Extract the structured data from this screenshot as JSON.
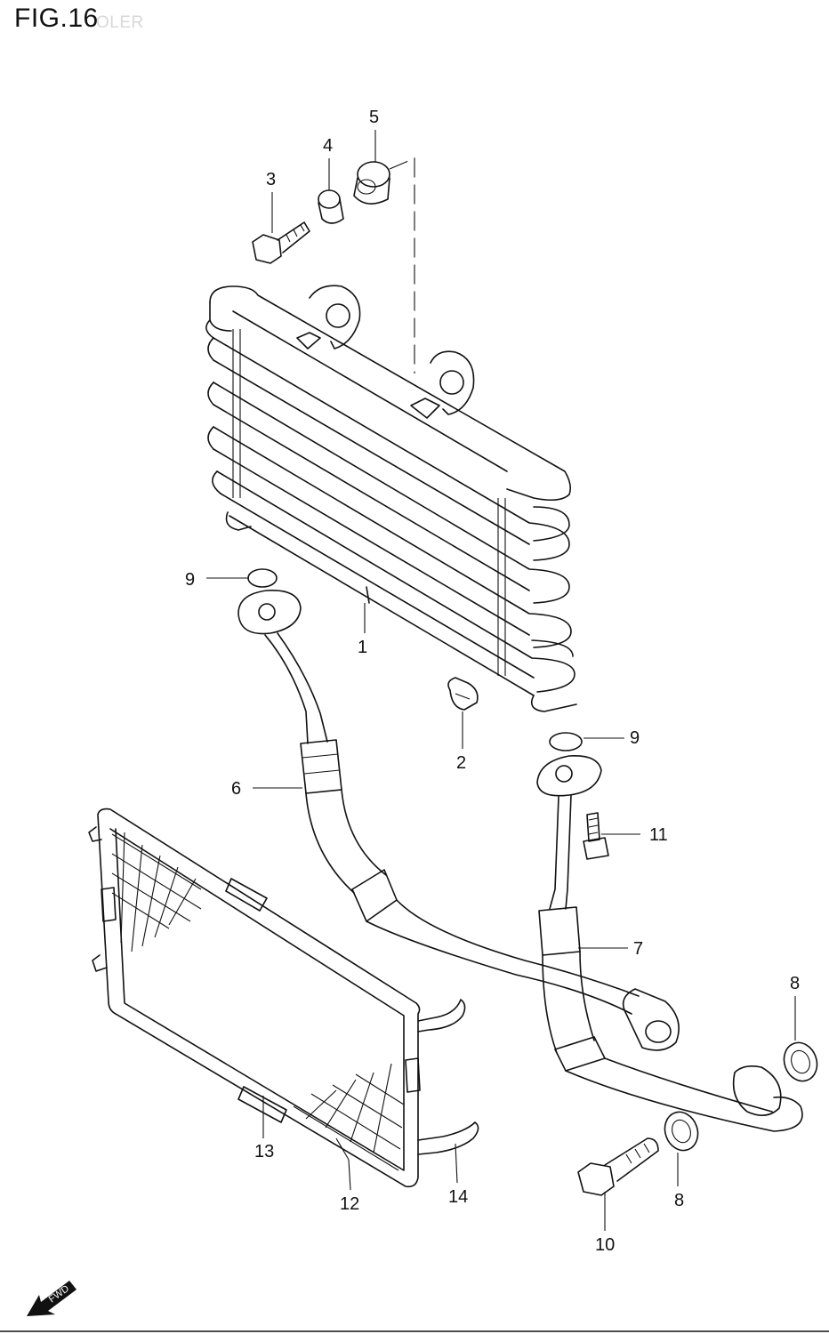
{
  "figure": {
    "title": "FIG.16",
    "faded_subtitle": "OLER"
  },
  "callouts": [
    {
      "id": "1",
      "label": "1"
    },
    {
      "id": "2",
      "label": "2"
    },
    {
      "id": "3",
      "label": "3"
    },
    {
      "id": "4",
      "label": "4"
    },
    {
      "id": "5",
      "label": "5"
    },
    {
      "id": "6",
      "label": "6"
    },
    {
      "id": "7",
      "label": "7"
    },
    {
      "id": "8a",
      "label": "8"
    },
    {
      "id": "8b",
      "label": "8"
    },
    {
      "id": "9a",
      "label": "9"
    },
    {
      "id": "9b",
      "label": "9"
    },
    {
      "id": "10",
      "label": "10"
    },
    {
      "id": "11",
      "label": "11"
    },
    {
      "id": "12",
      "label": "12"
    },
    {
      "id": "13",
      "label": "13"
    },
    {
      "id": "14",
      "label": "14"
    }
  ],
  "direction_badge": {
    "label": "FWD"
  }
}
